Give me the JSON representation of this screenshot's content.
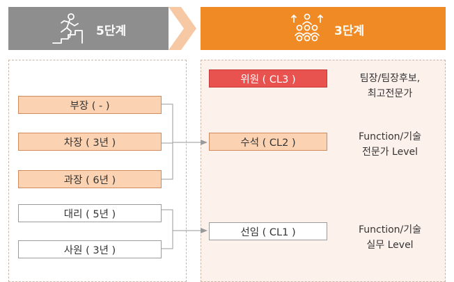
{
  "header": {
    "left_label": "5단계",
    "right_label": "3단계",
    "left_icon": "climbing-stairs-icon",
    "right_icon": "people-upgrade-icon",
    "colors": {
      "left_bg": "#8e8e8e",
      "arrow": "#f6c8a4",
      "right_bg": "#f08a24"
    }
  },
  "left_levels": [
    {
      "label": "부장 ( - )"
    },
    {
      "label": "차장 ( 3년 )"
    },
    {
      "label": "과장 ( 6년 )"
    },
    {
      "label": "대리 ( 5년 )"
    },
    {
      "label": "사원 ( 3년 )"
    }
  ],
  "right_levels": [
    {
      "label": "위원 ( CL3 )",
      "desc_line1": "팀장/팀장후보,",
      "desc_line2": "최고전문가"
    },
    {
      "label": "수석 ( CL2 )",
      "desc_line1": "Function/기술",
      "desc_line2": "전문가 Level"
    },
    {
      "label": "선임 ( CL1 )",
      "desc_line1": "Function/기술",
      "desc_line2": "실무 Level"
    }
  ],
  "colors": {
    "level_box": "#fbd3b2",
    "top_level": "#e8524f",
    "right_panel_bg": "#fdf1ec"
  }
}
